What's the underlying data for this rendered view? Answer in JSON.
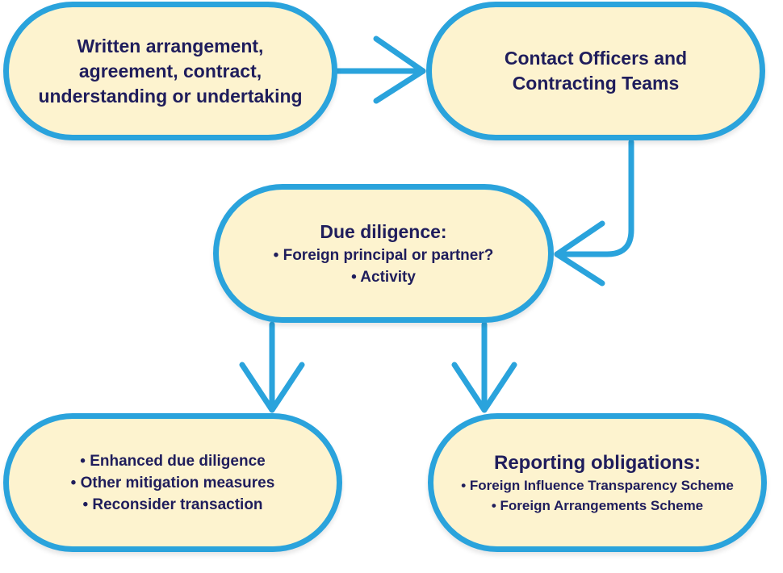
{
  "nodes": {
    "written": {
      "lines": [
        "Written arrangement,",
        "agreement, contract,",
        "understanding or undertaking"
      ]
    },
    "contact": {
      "lines": [
        "Contact Officers and",
        "Contracting Teams"
      ]
    },
    "due_diligence": {
      "title": "Due diligence:",
      "bullets": [
        "• Foreign principal or partner?",
        "• Activity"
      ]
    },
    "mitigation": {
      "bullets": [
        "• Enhanced due diligence",
        "• Other mitigation measures",
        "• Reconsider transaction"
      ]
    },
    "reporting": {
      "title": "Reporting obligations:",
      "bullets": [
        "• Foreign Influence Transparency Scheme",
        "• Foreign Arrangements Scheme"
      ]
    }
  },
  "colors": {
    "node_fill": "#fdf3cf",
    "border": "#2aa3dc",
    "arrow": "#2aa3dc",
    "text": "#1f1d5c"
  }
}
